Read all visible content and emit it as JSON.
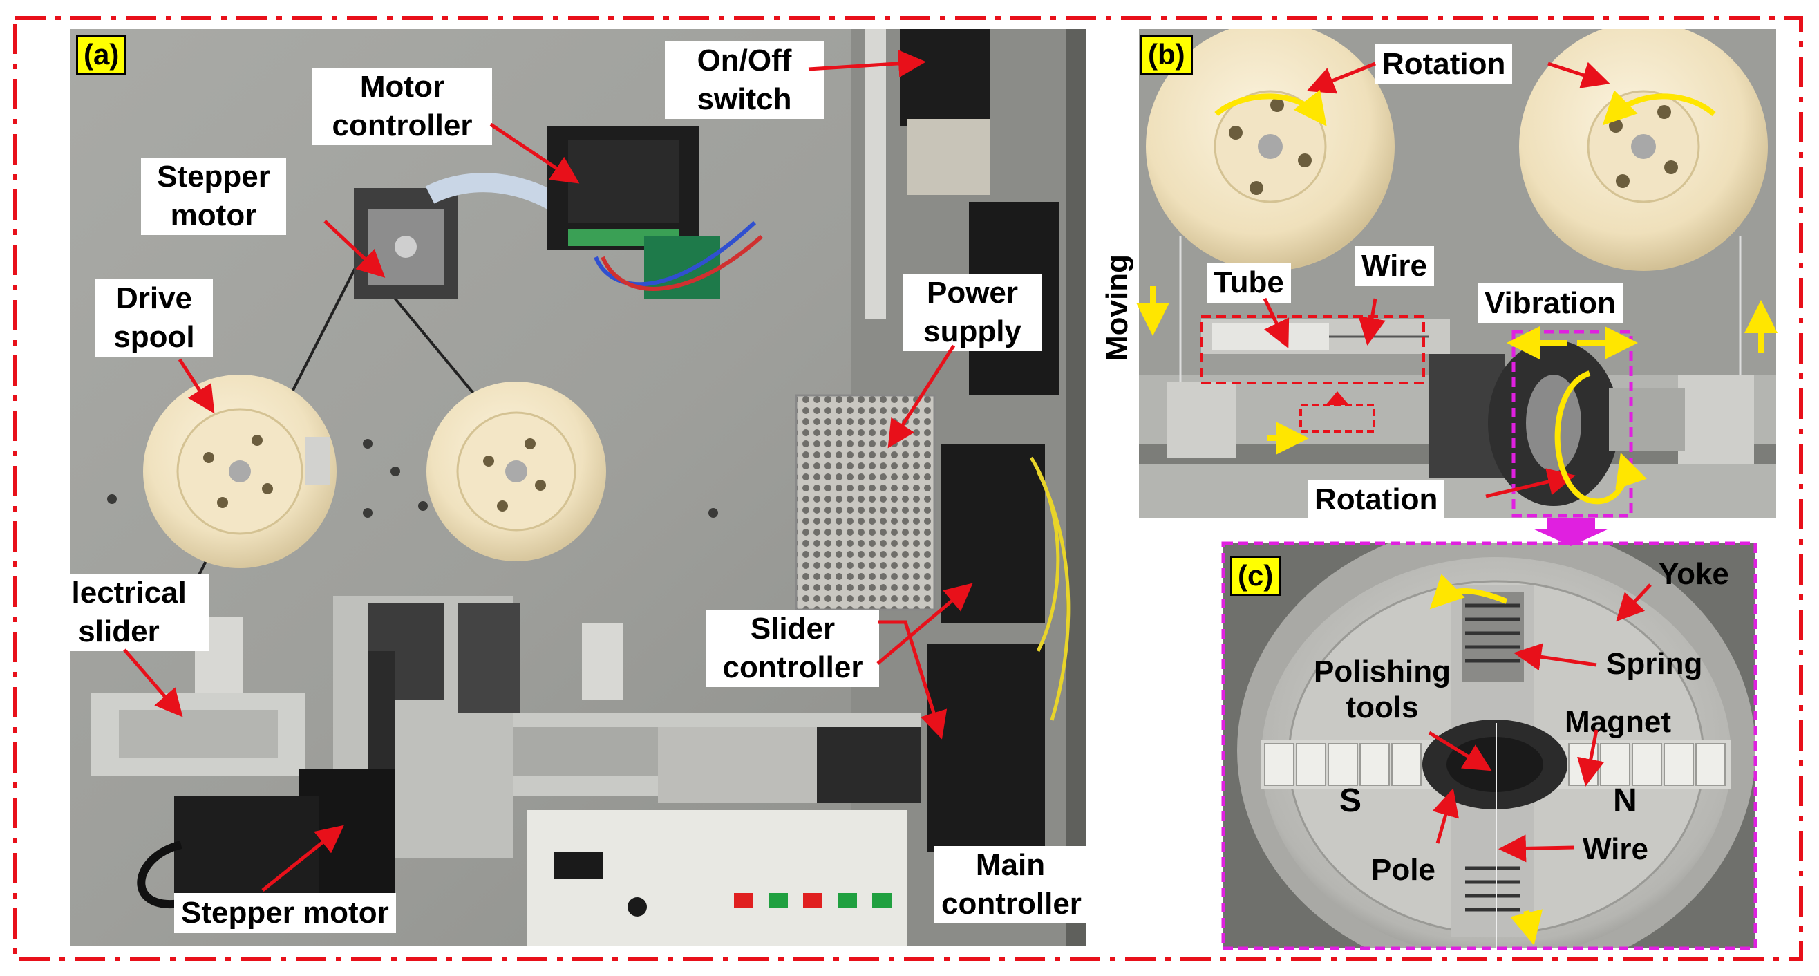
{
  "panels": {
    "a": {
      "tag": "(a)",
      "labels": {
        "on_off_switch": "On/Off switch",
        "motor_controller": "Motor controller",
        "stepper_motor_top": "Stepper motor",
        "drive_spool": "Drive spool",
        "power_supply": "Power supply",
        "electrical_slider": "Electrical slider",
        "slider_controller": "Slider controller",
        "stepper_motor_bottom": "Stepper motor",
        "main_controller": "Main controller"
      }
    },
    "b": {
      "tag": "(b)",
      "labels": {
        "rotation_top": "Rotation",
        "moving": "Moving",
        "tube": "Tube",
        "wire": "Wire",
        "vibration": "Vibration",
        "rotation_bottom": "Rotation"
      }
    },
    "c": {
      "tag": "(c)",
      "labels": {
        "yoke": "Yoke",
        "spring": "Spring",
        "polishing_tools": "Polishing tools",
        "magnet": "Magnet",
        "pole_s": "S",
        "pole_n": "N",
        "wire": "Wire",
        "pole": "Pole"
      }
    }
  },
  "colors": {
    "frame_red": "#e8101a",
    "arrow_red": "#e8101a",
    "magenta": "#e020e0",
    "yellow": "#ffe600",
    "tag_bg": "#ffff00"
  }
}
